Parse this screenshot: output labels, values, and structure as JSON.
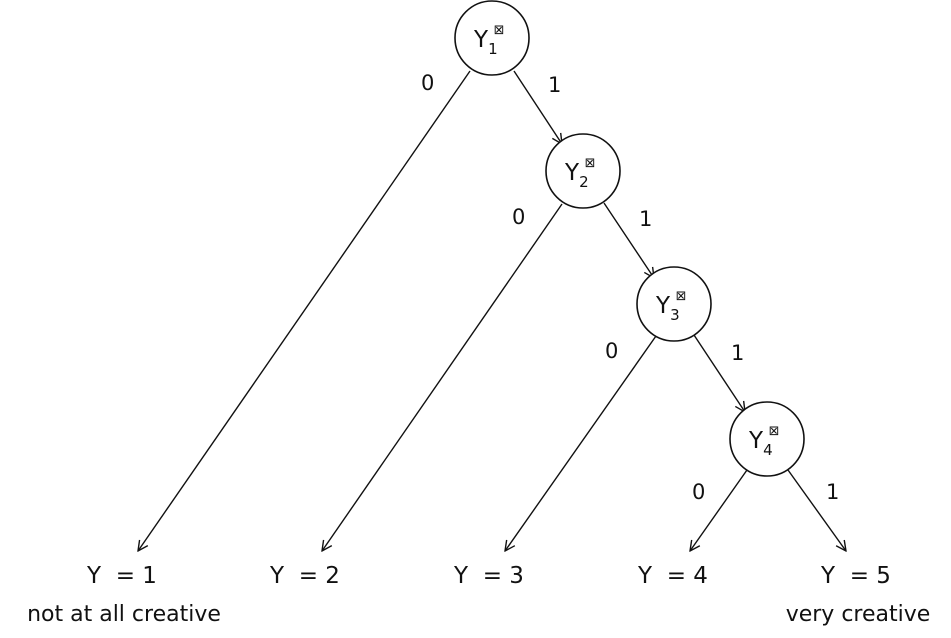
{
  "nodes": [
    {
      "base": "Y",
      "sub": "1",
      "sup": "⊠"
    },
    {
      "base": "Y",
      "sub": "2",
      "sup": "⊠"
    },
    {
      "base": "Y",
      "sub": "3",
      "sup": "⊠"
    },
    {
      "base": "Y",
      "sub": "4",
      "sup": "⊠"
    }
  ],
  "edge_labels": {
    "n1_left": "0",
    "n1_right": "1",
    "n2_left": "0",
    "n2_right": "1",
    "n3_left": "0",
    "n3_right": "1",
    "n4_left": "0",
    "n4_right": "1"
  },
  "leaves": [
    "Y  = 1",
    "Y  = 2",
    "Y  = 3",
    "Y  = 4",
    "Y  = 5"
  ],
  "captions": {
    "left": "not at all creative",
    "right": "very creative"
  }
}
